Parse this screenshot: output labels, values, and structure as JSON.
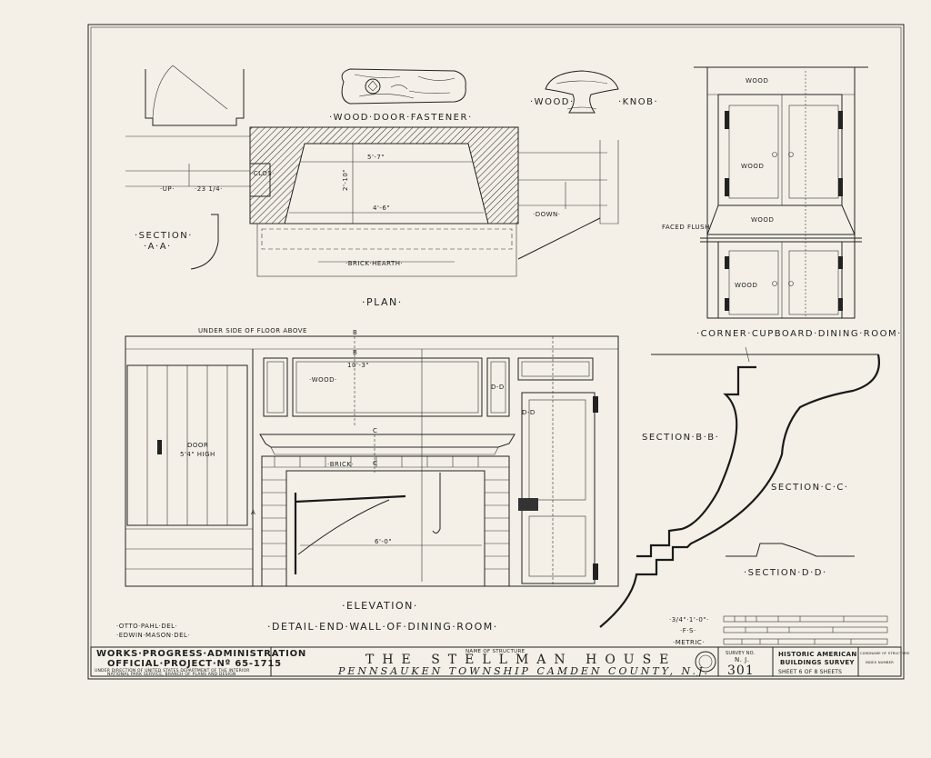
{
  "labels": {
    "wood_door_fastener": "·WOOD·DOOR·FASTENER·",
    "wood": "·WOOD·",
    "knob": "·KNOB·",
    "section_aa": "·SECTION·",
    "section_aa_sub": "·A·A·",
    "up": "·UP·",
    "up_dim": "·23 1/4·",
    "clos": "·CLOS·",
    "down": "·DOWN·",
    "brick_hearth": "·BRICK·HEARTH·",
    "dim_57": "5'-7\"",
    "dim_46": "4'-6\"",
    "dim_210": "2'-10\"",
    "plan": "·PLAN·",
    "cupboard_wood_top": "WOOD",
    "cupboard_wood_mid": "WOOD",
    "cupboard_wood_shelf": "WOOD",
    "cupboard_wood_low": "WOOD",
    "faced_flush": "FACED FLUSH",
    "corner_cupboard": "·CORNER·CUPBOARD·DINING·ROOM·",
    "under_side": "UNDER SIDE OF FLOOR ABOVE",
    "b_top": "B",
    "b_mid": "B",
    "c_mark": "C",
    "c_mark2": "C",
    "dd_mark": "D-D",
    "dd_mark2": "D-D",
    "a_mark": "A",
    "wood_panel": "·WOOD·",
    "brick": "·BRICK·",
    "door_label": "DOOR",
    "door_high": "5'4\" HIGH",
    "dim_103": "10'-3\"",
    "dim_60": "6'-0\"",
    "section_bb": "SECTION·B·B·",
    "section_cc": "SECTION·C·C·",
    "section_dd": "·SECTION·D·D·",
    "elevation": "·ELEVATION·",
    "detail_end_wall": "·DETAIL·END·WALL·OF·DINING·ROOM·",
    "del1": "·OTTO·PAHL·DEL·",
    "del2": "·EDWIN·MASON·DEL·",
    "scale_1": "·3/4\"·1'-0\"·",
    "scale_2": "·F·S·",
    "scale_3": "·METRIC·"
  },
  "title_block": {
    "agency_1": "WORKS·PROGRESS·ADMINISTRATION",
    "agency_2": "OFFICIAL·PROJECT·Nº 65-1715",
    "agency_3": "UNDER DIRECTION OF UNITED STATES DEPARTMENT OF THE INTERIOR",
    "agency_4": "NATIONAL PARK SERVICE, BRANCH OF PLANS AND DESIGN",
    "name_caption": "NAME OF STRUCTURE",
    "structure_name": "THE STELLMAN HOUSE",
    "location": "PENNSAUKEN TOWNSHIP CAMDEN COUNTY, N.J.",
    "survey_caption": "SURVEY NO.",
    "survey_state": "N. J.",
    "survey_no": "301",
    "habs_1": "HISTORIC AMERICAN",
    "habs_2": "BUILDINGS SURVEY",
    "sheet_text": "SHEET 6 OF 8 SHEETS",
    "index_1": "CARDNAME OF STRUCTURE",
    "index_2": "INDEX NUMBER"
  }
}
